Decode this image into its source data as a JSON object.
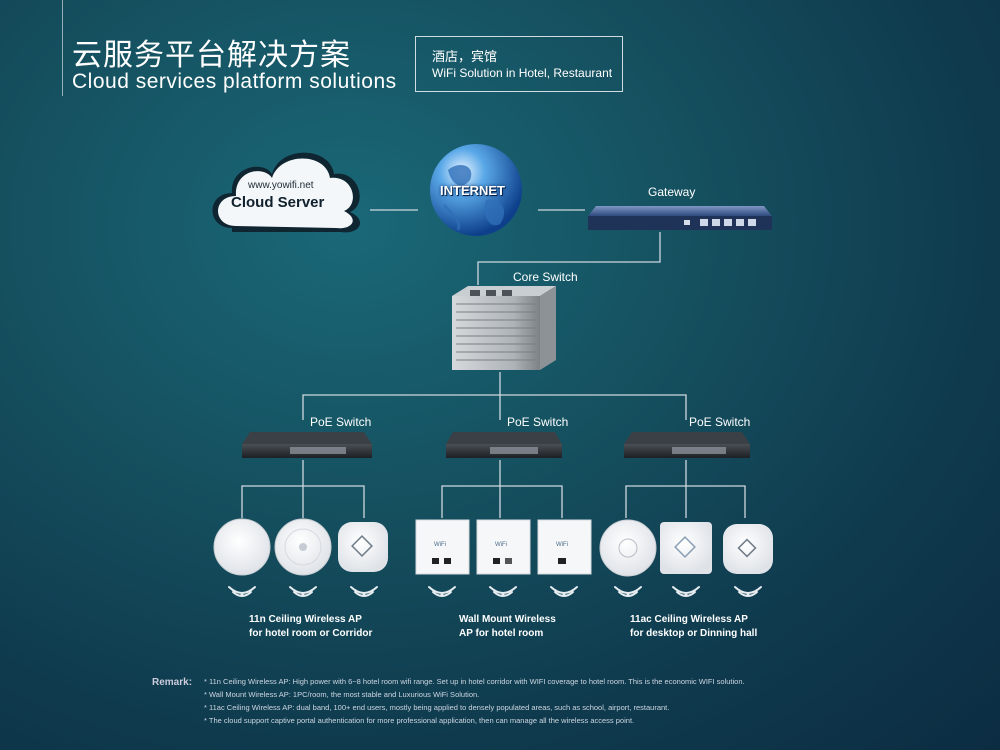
{
  "header": {
    "title_cn": "云服务平台解决方案",
    "title_en": "Cloud services platform solutions",
    "scene_cn": "酒店，宾馆",
    "scene_en": "WiFi Solution in Hotel, Restaurant"
  },
  "nodes": {
    "cloud_url": "www.yowifi.net",
    "cloud_label": "Cloud Server",
    "internet_label": "INTERNET",
    "gateway_label": "Gateway",
    "core_switch_label": "Core Switch",
    "poe_switch_labels": [
      "PoE Switch",
      "PoE Switch",
      "PoE Switch"
    ]
  },
  "ap_groups": [
    {
      "line1": "11n Ceiling Wireless AP",
      "line2": "for hotel room or Corridor"
    },
    {
      "line1": "Wall Mount Wireless",
      "line2": "AP for hotel room"
    },
    {
      "line1": "11ac Ceiling Wireless AP",
      "line2": "for desktop or Dinning hall"
    }
  ],
  "wall_ap_brand": "WiFi",
  "remarks": {
    "label": "Remark:",
    "lines": [
      "* 11n Ceiling Wireless AP: High power with 6~8 hotel room wifi range. Set up in hotel corridor with WIFI coverage to hotel room. This is the economic WIFI solution.",
      "* Wall Mount Wireless AP: 1PC/room, the most stable and Luxurious WiFi Solution.",
      "* 11ac Ceiling Wireless AP: dual band, 100+ end users, mostly being applied to densely populated areas, such as school, airport, restaurant.",
      "* The cloud support captive portal authentication for more professional application, then can manage all the wireless access point."
    ]
  }
}
